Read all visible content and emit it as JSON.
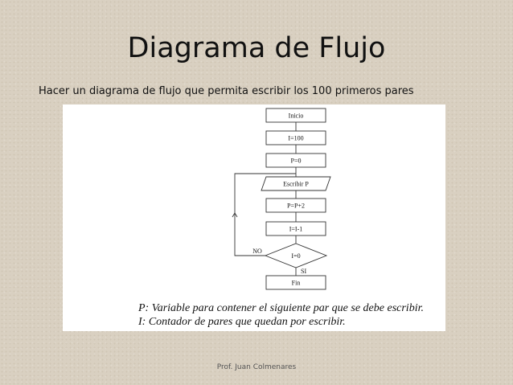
{
  "slide": {
    "title": "Diagrama de Flujo",
    "subtitle": "Hacer un diagrama de flujo que permita escribir los 100 primeros pares",
    "footer": "Prof. Juan Colmenares"
  },
  "flowchart": {
    "nodes": {
      "start": "Inicio",
      "init_i": "I=100",
      "init_p": "P=0",
      "output": "Escribir P",
      "increment": "P=P+2",
      "decrement": "I=I-1",
      "decision": "I=0",
      "end": "Fin"
    },
    "branches": {
      "no": "NO",
      "yes": "SI"
    }
  },
  "legend": {
    "line1": "P: Variable para contener el siguiente par que se debe escribir.",
    "line2": "I: Contador de pares que quedan por escribir."
  }
}
